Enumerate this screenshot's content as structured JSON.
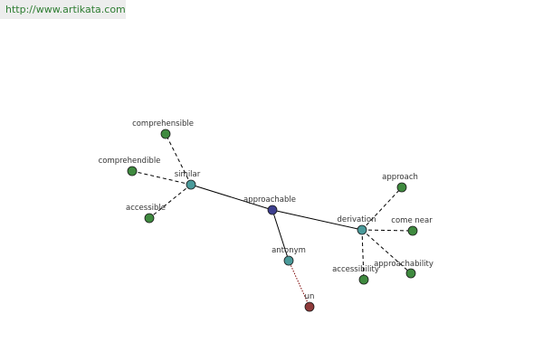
{
  "banner": {
    "url": "http://www.artikata.com"
  },
  "colors": {
    "word": "#3d3f8f",
    "relation": "#4a9a9a",
    "related_word": "#3f8a3f",
    "prefix": "#8f3a3a"
  },
  "graph": {
    "center": {
      "label": "approachable"
    },
    "relations": [
      {
        "label": "similar"
      },
      {
        "label": "derivation"
      },
      {
        "label": "antonym"
      }
    ],
    "terms": [
      {
        "label": "comprehensible"
      },
      {
        "label": "comprehendible"
      },
      {
        "label": "accessible"
      },
      {
        "label": "approach"
      },
      {
        "label": "come near"
      },
      {
        "label": "accessibility"
      },
      {
        "label": "approachability"
      },
      {
        "label": "un"
      }
    ]
  }
}
